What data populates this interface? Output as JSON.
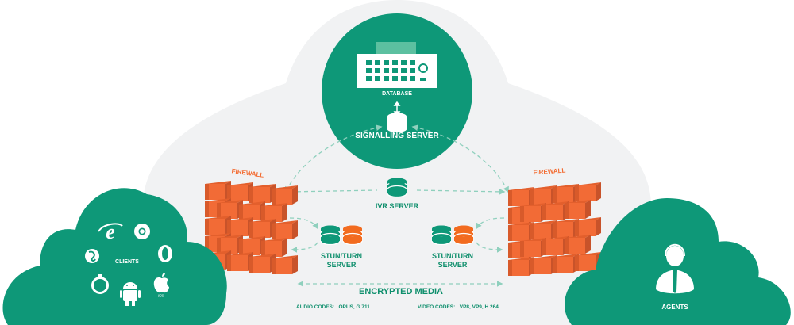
{
  "colors": {
    "background": "#ffffff",
    "gray_cloud": "#f1f2f3",
    "teal": "#0e9878",
    "dark_teal": "#0a7e5f",
    "light_teal": "#8fd0bd",
    "brick_orange": "#f26b36",
    "brick_shadow": "#c8532a",
    "label_orange": "#f36a2f",
    "label_green": "#0e8f6c"
  },
  "nodes": {
    "database": {
      "label": "DATABASE",
      "icon": "server-rack-icon"
    },
    "signalling_server": {
      "label": "SIGNALLING SERVER",
      "icon": "database-stack-icon"
    },
    "ivr_server": {
      "label": "IVR SERVER",
      "icon": "database-stack-icon"
    },
    "stun_left": {
      "label_line1": "STUN/TURN",
      "label_line2": "SERVER"
    },
    "stun_right": {
      "label_line1": "STUN/TURN",
      "label_line2": "SERVER"
    },
    "firewall_left": {
      "label": "FIREWALL"
    },
    "firewall_right": {
      "label": "FIREWALL"
    },
    "clients": {
      "label": "CLIENTS",
      "icons": [
        "internet-explorer-icon",
        "chrome-icon",
        "firefox-icon",
        "opera-icon",
        "safari-icon",
        "android-icon",
        "apple-ios-icon"
      ],
      "ios_caption": "iOS"
    },
    "agents": {
      "label": "AGENTS",
      "icon": "headset-agent-icon"
    }
  },
  "media": {
    "title": "ENCRYPTED MEDIA",
    "audio_label": "AUDIO CODES:",
    "audio_value": "OPUS, G.711",
    "video_label": "VIDEO CODES:",
    "video_value": "VP8, VP9, H.264"
  }
}
